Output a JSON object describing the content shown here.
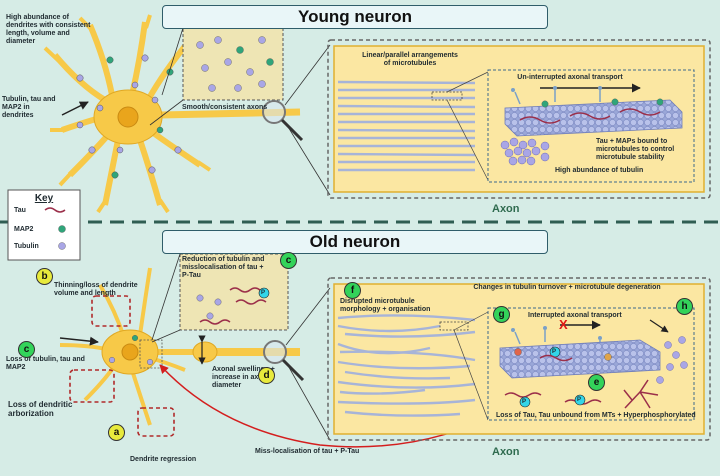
{
  "young": {
    "title": "Young neuron",
    "dendrites_note": "High abundance of dendrites with consistent length, volume and diameter",
    "proteins_note": "Tubulin, tau and MAP2 in dendrites",
    "axon_note": "Smooth/consistent axons",
    "linear_note": "Linear/parallel arrangements of microtubules",
    "transport_note": "Un-interrupted axonal transport",
    "maps_note": "Tau + MAPs bound to microtubules to control microtubule stability",
    "tubulin_note": "High abundance of tubulin",
    "axon_label": "Axon"
  },
  "key": {
    "title": "Key",
    "items": [
      {
        "label": "Tau"
      },
      {
        "label": "MAP2"
      },
      {
        "label": "Tubulin"
      }
    ]
  },
  "old": {
    "title": "Old neuron",
    "b_note": "Thinning/loss of dendrite volume and length",
    "c_note": "Reduction of tubulin and misslocalisation of tau + P-Tau",
    "c_loss_note": "Loss of tubulin, tau and MAP2",
    "a_note": "Loss of dendritic arborization",
    "regression_note": "Dendrite regression",
    "d_note": "Axonal swellings + increase in axon diameter",
    "misloc_note": "Miss-localisation of tau + P-Tau",
    "f_note": "Disrupted microtubule morphology + organisation",
    "h_note": "Changes in tubulin turnover + microtubule degeneration",
    "g_note": "Interrupted axonal transport",
    "e_note": "Loss of Tau, Tau unbound from MTs + Hyperphosphorylated",
    "axon_label": "Axon",
    "badges": [
      "a",
      "b",
      "c",
      "c",
      "d",
      "e",
      "f",
      "g",
      "h"
    ],
    "p_label": "P",
    "x_mark": "X"
  },
  "colors": {
    "background": "#d6ece6",
    "panel": "#fbe7a2",
    "neuron": "#f7c948",
    "tubulin": "#a9a6e6",
    "map2": "#2fa57a",
    "tau": "#9b2f4a",
    "badge_yellow": "#e8ea3c",
    "badge_green": "#33d35a"
  }
}
